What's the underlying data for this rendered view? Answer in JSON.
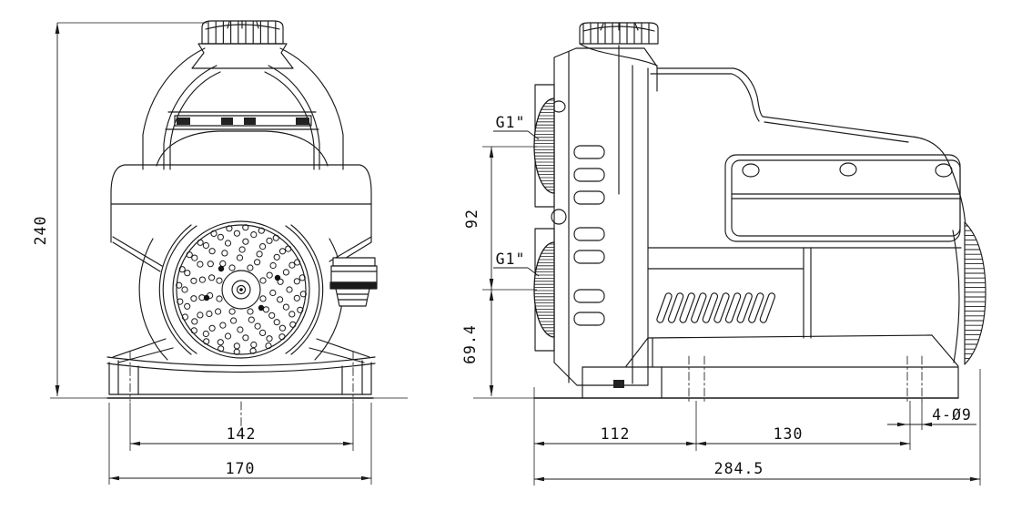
{
  "front_view": {
    "overall_height": "240",
    "foot_hole_spacing": "142",
    "base_width": "170"
  },
  "side_view": {
    "top_port_thread": "G1\"",
    "bottom_port_thread": "G1\"",
    "port_center_spacing": "92",
    "bottom_port_center_height": "69.4",
    "front_to_first_hole": "112",
    "hole_spacing": "130",
    "mounting_holes": "4-Ø9",
    "overall_length": "284.5"
  },
  "colors": {
    "line": "#1a1a1a",
    "background": "#ffffff"
  }
}
